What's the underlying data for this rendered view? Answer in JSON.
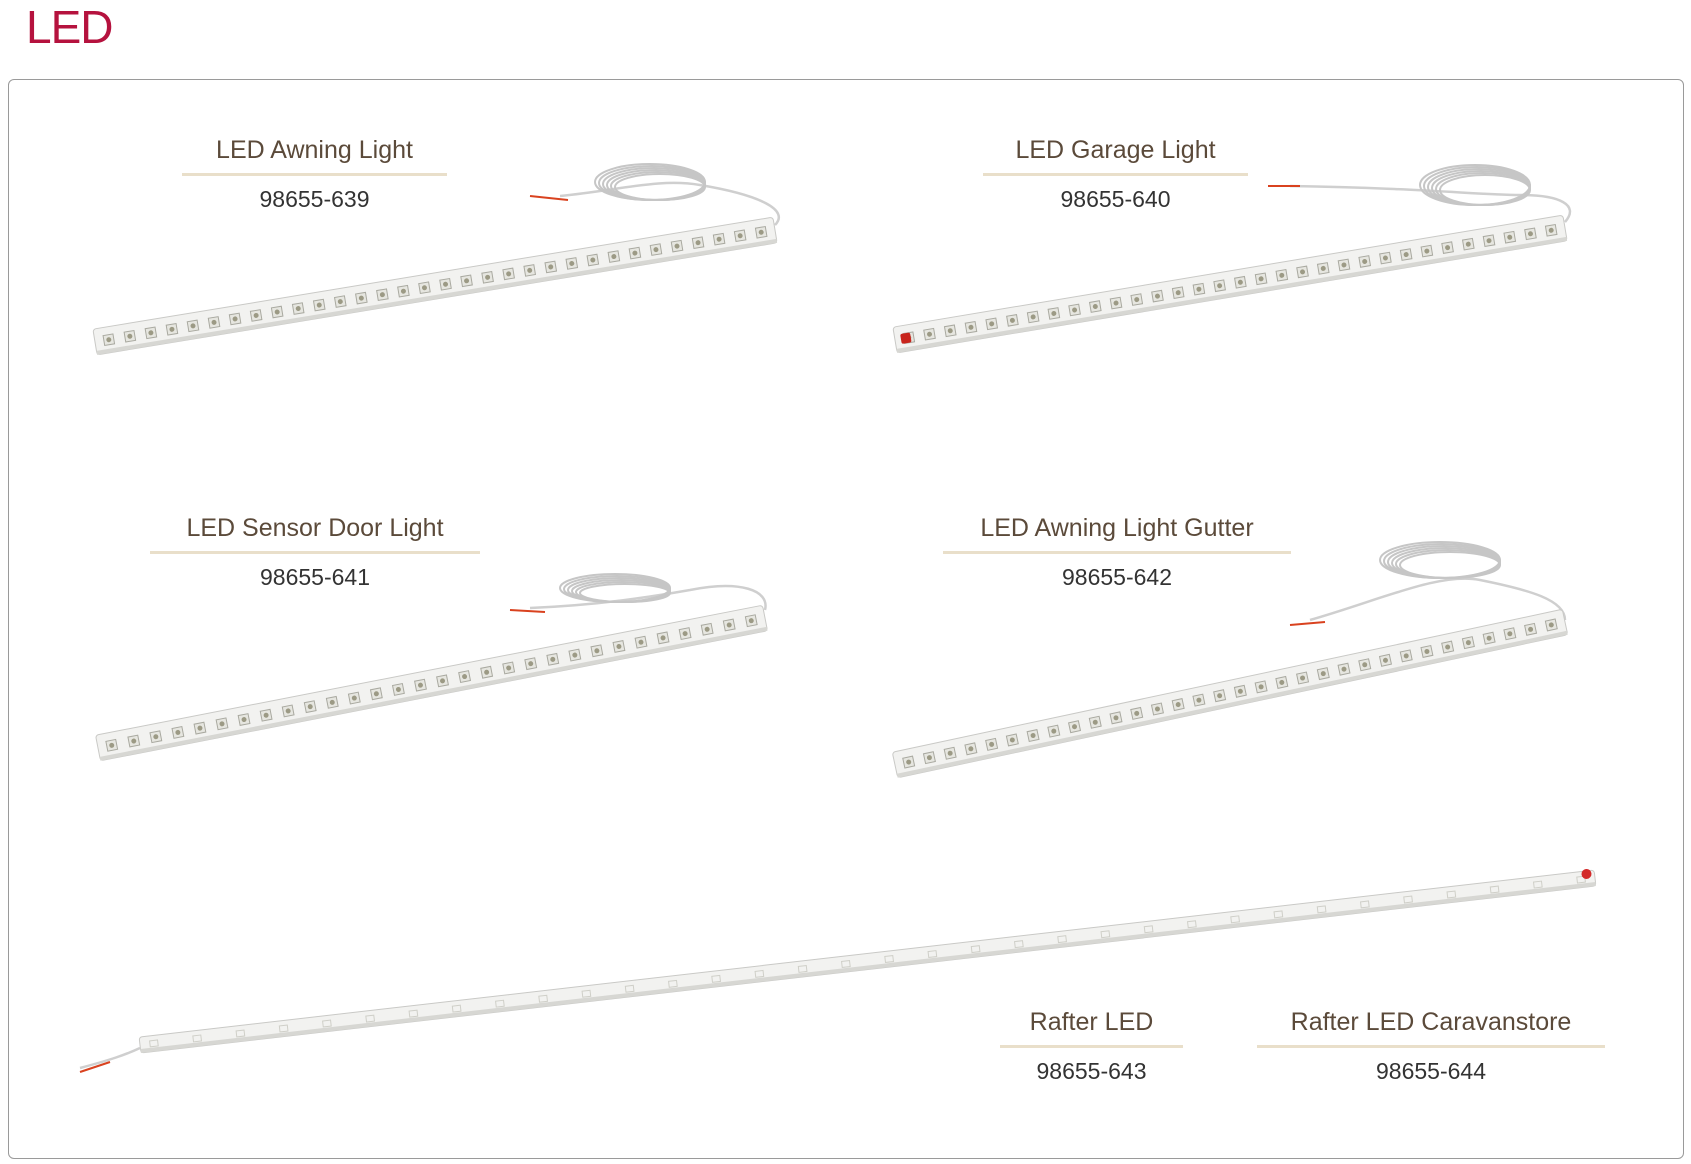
{
  "page": {
    "title": "LED"
  },
  "products": [
    {
      "name": "LED Awning Light",
      "code": "98655-639"
    },
    {
      "name": "LED Garage Light",
      "code": "98655-640"
    },
    {
      "name": "LED Sensor Door Light",
      "code": "98655-641"
    },
    {
      "name": "LED Awning Light Gutter",
      "code": "98655-642"
    },
    {
      "name": "Rafter LED",
      "code": "98655-643"
    },
    {
      "name": "Rafter LED Caravanstore",
      "code": "98655-644"
    }
  ],
  "colors": {
    "title": "#b5123e",
    "heading": "#5b4a3a",
    "underline": "#e9dfca",
    "border": "#9a9a9a",
    "led_bar": "#f2f2f0",
    "wire_tip": "#d9421f"
  }
}
